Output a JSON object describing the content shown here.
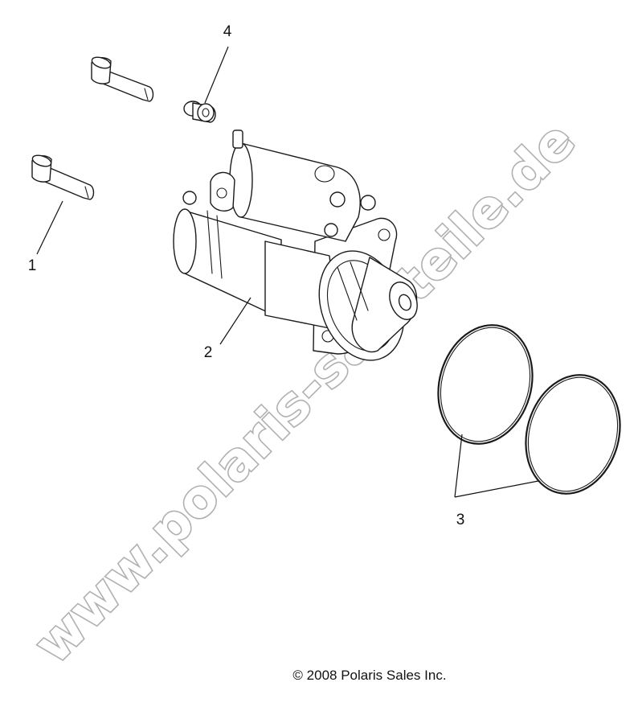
{
  "diagram": {
    "callouts": {
      "bolt": "1",
      "starter_motor": "2",
      "o_rings": "3",
      "bushing": "4"
    },
    "watermark": "www.polaris-satzteile.de",
    "copyright": "© 2008 Polaris Sales Inc."
  }
}
